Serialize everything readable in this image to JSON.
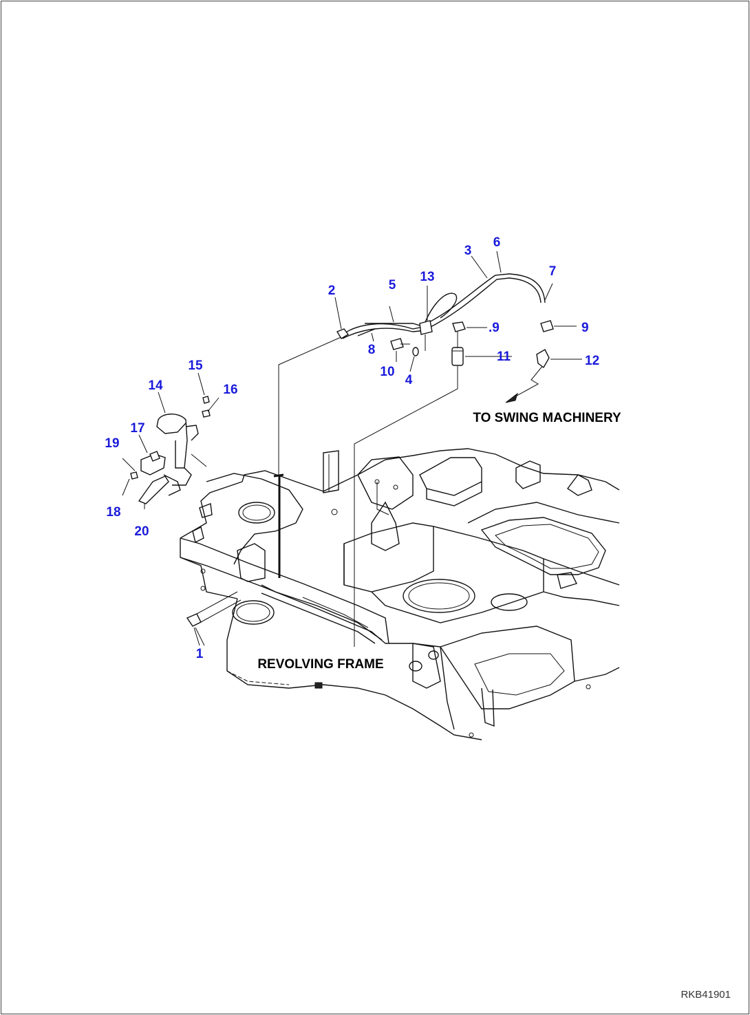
{
  "diagram": {
    "labels": {
      "revolving_frame": "REVOLVING FRAME",
      "to_swing_machinery": "TO SWING MACHINERY"
    },
    "drawing_code": "RKB41901",
    "colors": {
      "callout": "#1a1adb",
      "line": "#111111",
      "background": "#ffffff"
    },
    "callouts": {
      "c1": "1",
      "c2": "2",
      "c3": "3",
      "c4": "4",
      "c5": "5",
      "c6": "6",
      "c7": "7",
      "c8": "8",
      "c9a": ".9",
      "c9b": "9",
      "c10": "10",
      "c11": "11",
      "c12": "12",
      "c13": "13",
      "c14": "14",
      "c15": "15",
      "c16": "16",
      "c17": "17",
      "c18": "18",
      "c19": "19",
      "c20": "20"
    }
  }
}
